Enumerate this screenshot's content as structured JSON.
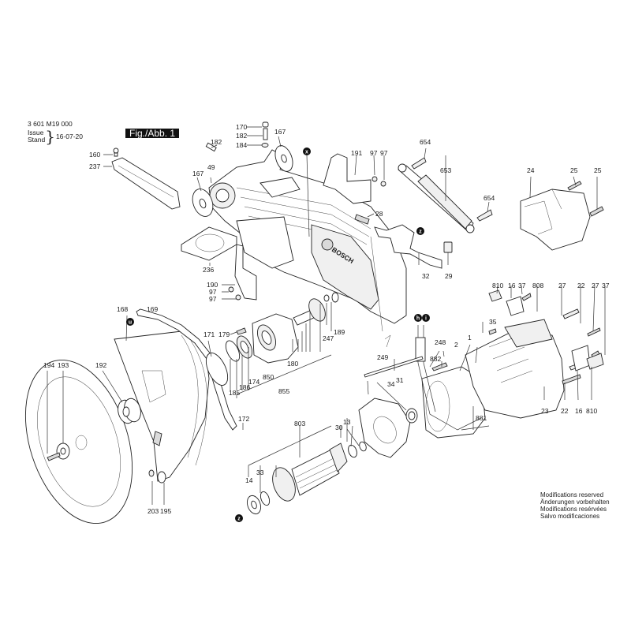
{
  "header": {
    "document_number": "3 601 M19 000",
    "issue_label": "Issue",
    "stand_label": "Stand",
    "issue_date": "16-07-20",
    "figure_label": "Fig./Abb. 1"
  },
  "brand_marking": "BOSCH",
  "notes": [
    "Modifications reserved",
    "Änderungen vorbehalten",
    "Modifications resérvées",
    "Salvo modificaciones"
  ],
  "connection_markers": [
    "x",
    "z",
    "u",
    "h",
    "i",
    "z"
  ],
  "part_labels": {
    "p160": "160",
    "p237": "237",
    "p182a": "182",
    "p170": "170",
    "p182b": "182",
    "p184": "184",
    "p167a": "167",
    "p167b": "167",
    "p49": "49",
    "p236": "236",
    "p190": "190",
    "p97a": "97",
    "p97b": "97",
    "p191": "191",
    "p97c": "97",
    "p97d": "97",
    "p28": "28",
    "p654a": "654",
    "p653": "653",
    "p654b": "654",
    "p32": "32",
    "p29": "29",
    "p24": "24",
    "p25a": "25",
    "p25b": "25",
    "p168": "168",
    "p169": "169",
    "p171": "171",
    "p179": "179",
    "p180": "180",
    "p185": "185",
    "p186": "186",
    "p174": "174",
    "p850": "850",
    "p855": "855",
    "p247": "247",
    "p189": "189",
    "p172": "172",
    "p194": "194",
    "p193": "193",
    "p192": "192",
    "p203": "203",
    "p195": "195",
    "p803": "803",
    "p30": "30",
    "p13": "13",
    "p14": "14",
    "p33": "33",
    "p34": "34",
    "p31": "31",
    "p249": "249",
    "p248": "248",
    "p882": "882",
    "p881": "881",
    "p2": "2",
    "p1": "1",
    "p35": "35",
    "p810a": "810",
    "p16a": "16",
    "p37a": "37",
    "p808": "808",
    "p27a": "27",
    "p22a": "22",
    "p27b": "27",
    "p37b": "37",
    "p23": "23",
    "p22b": "22",
    "p16b": "16",
    "p810b": "810"
  },
  "colors": {
    "ink": "#1a1a1a",
    "badge_bg": "#111111",
    "paper": "#ffffff"
  }
}
